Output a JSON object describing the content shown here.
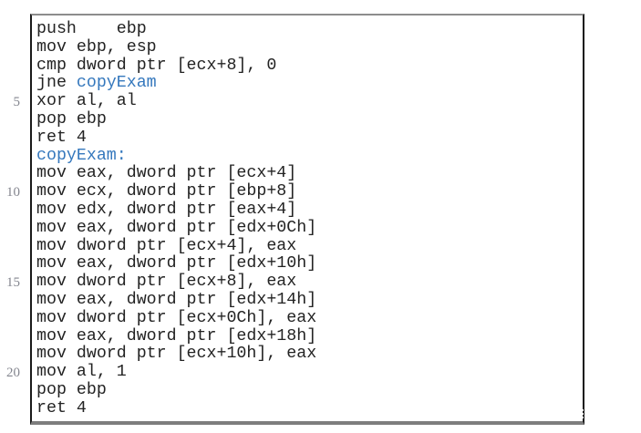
{
  "listing": {
    "kind": "x86-assembly-listing",
    "text_color": "#232323",
    "label_color": "#3578bd",
    "line_number_color": "#84868f",
    "frame": {
      "border_top_color": "#8d8d8d",
      "border_right_color": "#141414",
      "border_bottom_color": "#7e7e7e",
      "border_left_color": "#1a1a1a"
    },
    "lines": [
      {
        "num": "",
        "segments": [
          {
            "text": "push    ebp"
          }
        ]
      },
      {
        "num": "",
        "segments": [
          {
            "text": "mov ebp, esp"
          }
        ]
      },
      {
        "num": "",
        "segments": [
          {
            "text": "cmp dword ptr [ecx+8], 0"
          }
        ]
      },
      {
        "num": "",
        "segments": [
          {
            "text": "jne "
          },
          {
            "text": "copyExam",
            "role": "label"
          }
        ]
      },
      {
        "num": "5",
        "segments": [
          {
            "text": "xor al, al"
          }
        ]
      },
      {
        "num": "",
        "segments": [
          {
            "text": "pop ebp"
          }
        ]
      },
      {
        "num": "",
        "segments": [
          {
            "text": "ret 4"
          }
        ]
      },
      {
        "num": "",
        "segments": [
          {
            "text": "copyExam:",
            "role": "label"
          }
        ]
      },
      {
        "num": "",
        "segments": [
          {
            "text": "mov eax, dword ptr [ecx+4]"
          }
        ]
      },
      {
        "num": "10",
        "segments": [
          {
            "text": "mov ecx, dword ptr [ebp+8]"
          }
        ]
      },
      {
        "num": "",
        "segments": [
          {
            "text": "mov edx, dword ptr [eax+4]"
          }
        ]
      },
      {
        "num": "",
        "segments": [
          {
            "text": "mov eax, dword ptr [edx+0Ch]"
          }
        ]
      },
      {
        "num": "",
        "segments": [
          {
            "text": "mov dword ptr [ecx+4], eax"
          }
        ]
      },
      {
        "num": "",
        "segments": [
          {
            "text": "mov eax, dword ptr [edx+10h]"
          }
        ]
      },
      {
        "num": "15",
        "segments": [
          {
            "text": "mov dword ptr [ecx+8], eax"
          }
        ]
      },
      {
        "num": "",
        "segments": [
          {
            "text": "mov eax, dword ptr [edx+14h]"
          }
        ]
      },
      {
        "num": "",
        "segments": [
          {
            "text": "mov dword ptr [ecx+0Ch], eax"
          }
        ]
      },
      {
        "num": "",
        "segments": [
          {
            "text": "mov eax, dword ptr [edx+18h]"
          }
        ]
      },
      {
        "num": "",
        "segments": [
          {
            "text": "mov dword ptr [ecx+10h], eax"
          }
        ]
      },
      {
        "num": "20",
        "segments": [
          {
            "text": "mov al, 1"
          }
        ]
      },
      {
        "num": "",
        "segments": [
          {
            "text": "pop ebp"
          }
        ]
      },
      {
        "num": "",
        "segments": [
          {
            "text": "ret 4"
          }
        ]
      }
    ]
  }
}
